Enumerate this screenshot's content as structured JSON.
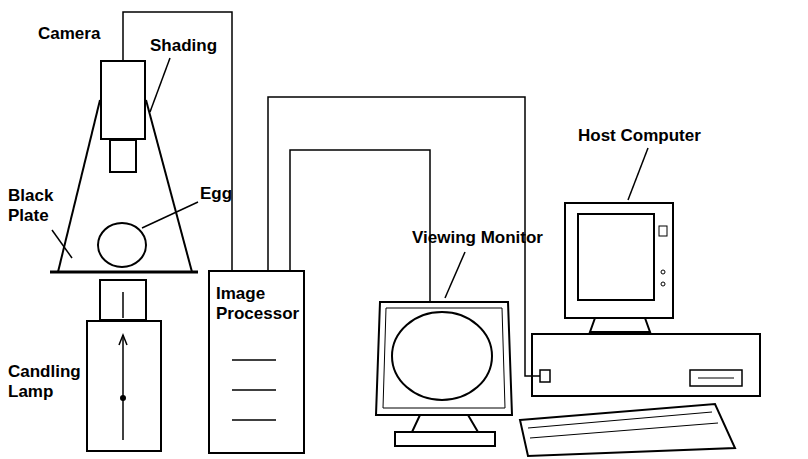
{
  "diagram": {
    "nodes": [
      {
        "text": [
          "Camera"
        ]
      },
      {
        "text": [
          "Image Processor"
        ]
      },
      {
        "text": [
          "Candling Lamp"
        ]
      }
    ],
    "edges": [
      {
        "from": 0,
        "to": 1,
        "arrow": "none"
      }
    ],
    "labels": [
      "Shading",
      "Black Plate",
      "Egg",
      "Viewing Monitor",
      "Host Computer"
    ]
  }
}
